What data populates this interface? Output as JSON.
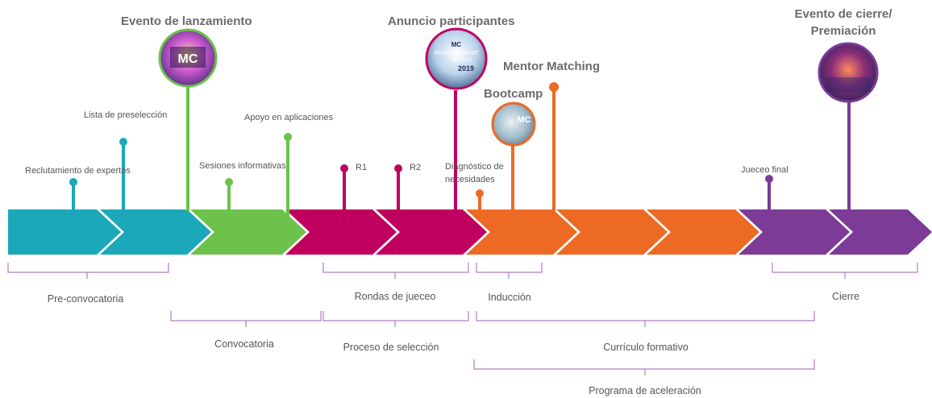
{
  "colors": {
    "teal": "#1ba8b8",
    "green": "#6cc24a",
    "magenta": "#c0005f",
    "orange": "#ec6a24",
    "purple": "#7b3b96",
    "bracket": "#b27cc7",
    "text": "#555555"
  },
  "milestones": {
    "reclutamiento": "Reclutamiento de expertos",
    "preseleccion": "Lista de preselección",
    "lanzamiento": "Evento de lanzamiento",
    "sesiones": "Sesiones informativas",
    "apoyo": "Apoyo en aplicaciones",
    "r1": "R1",
    "r2": "R2",
    "anuncio": "Anuncio participantes",
    "diagnostico_1": "Diagnóstico de",
    "diagnostico_2": "necesidades",
    "bootcamp": "Bootcamp",
    "mentor": "Mentor Matching",
    "jueceo_final": "Jueceo final",
    "cierre_evento_1": "Evento de cierre/",
    "cierre_evento_2": "Premiación"
  },
  "phases": {
    "preconvocatoria": "Pre-convocatoria",
    "convocatoria": "Convocatoria",
    "rondas": "Rondas de jueceo",
    "proceso": "Proceso de selección",
    "induccion": "Inducción",
    "curriculo": "Currículo formativo",
    "cierre": "Cierre",
    "programa": "Programa de aceleración"
  },
  "photos": {
    "lanzamiento_logo": "MC",
    "anuncio_line1": "MC",
    "anuncio_line2": "NNOUNCEMENT",
    "anuncio_line3": "EVENT",
    "anuncio_year": "2019",
    "bootcamp_logo": "MC"
  }
}
